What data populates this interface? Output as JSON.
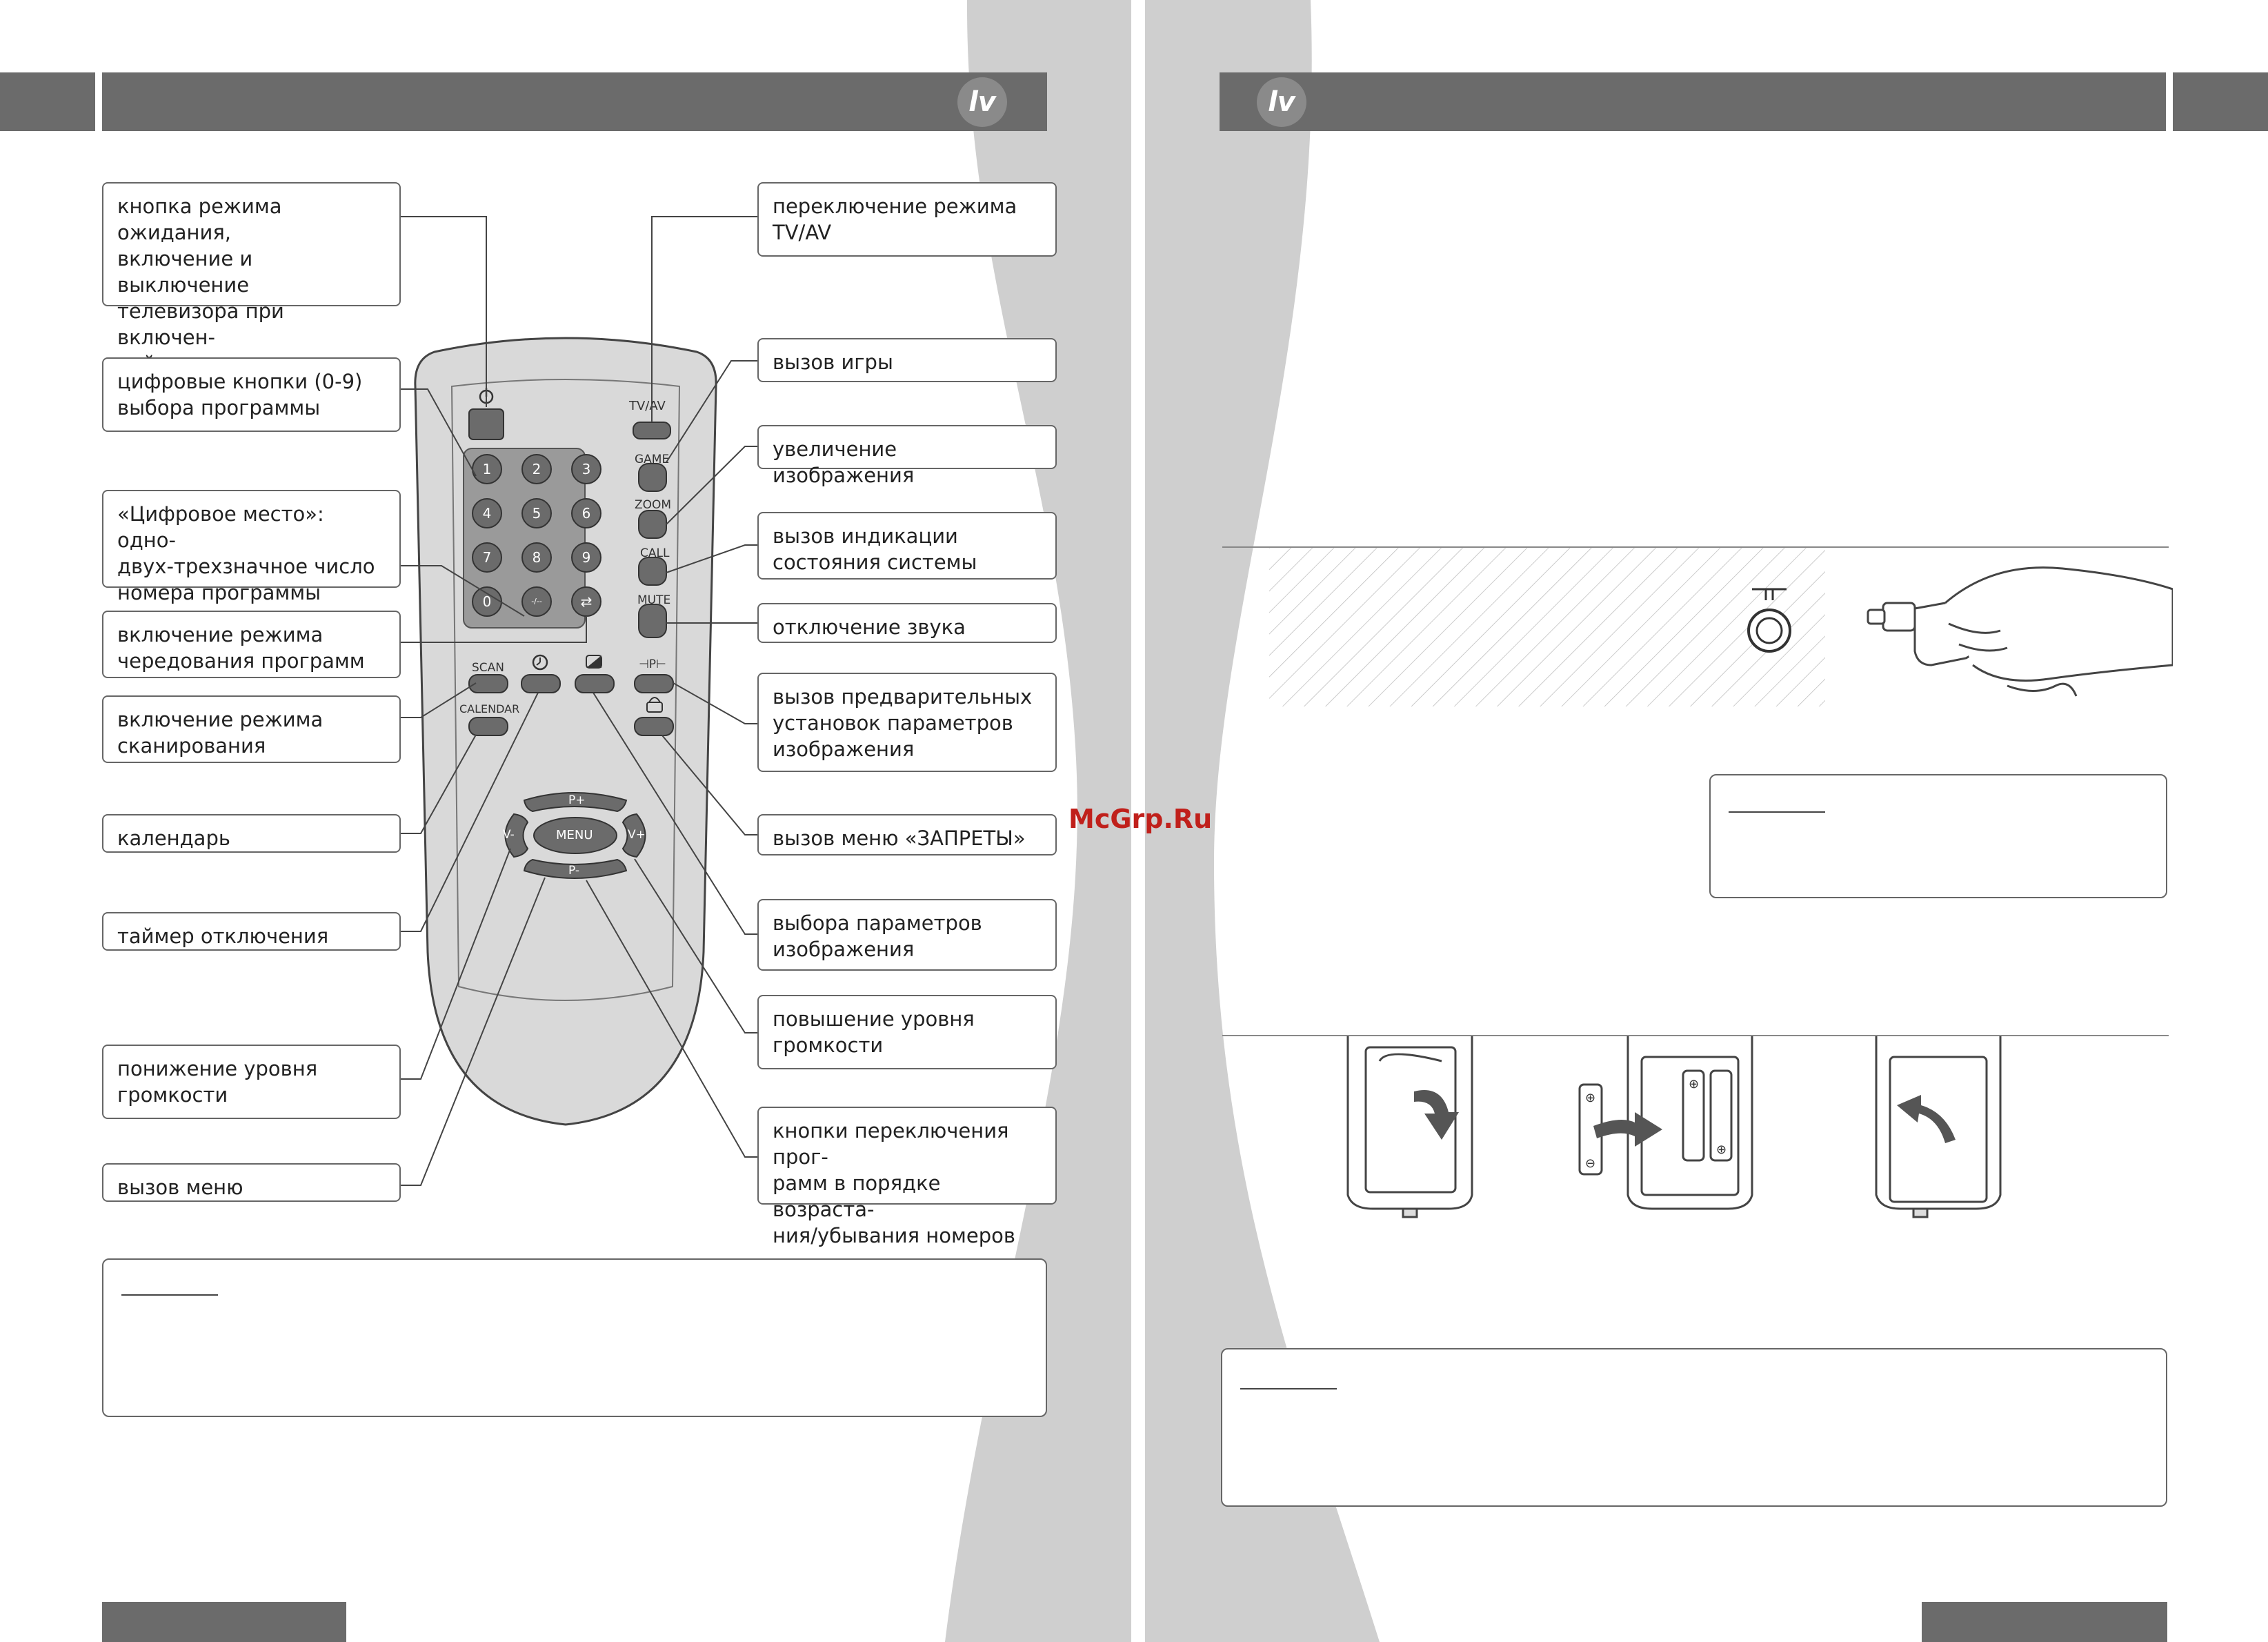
{
  "left_page": {
    "callouts": [
      {
        "id": "standby",
        "text": "кнопка режима ожидания,\nвключение и выключение\nтелевизора при включен-\nной сети"
      },
      {
        "id": "digits",
        "text": "цифровые кнопки (0-9)\nвыбора программы"
      },
      {
        "id": "digit-place",
        "text": "«Цифровое место»: одно-\nдвух-трехзначное число\nномера программы"
      },
      {
        "id": "alternate",
        "text": "включение режима\nчередования программ"
      },
      {
        "id": "scan",
        "text": "включение режима\nсканирования"
      },
      {
        "id": "calendar",
        "text": "календарь"
      },
      {
        "id": "sleep-timer",
        "text": "таймер отключения"
      },
      {
        "id": "vol-down",
        "text": "понижение уровня\nгромкости"
      },
      {
        "id": "menu",
        "text": "вызов меню"
      },
      {
        "id": "tvav",
        "text": "переключение режима\nTV/AV"
      },
      {
        "id": "game",
        "text": "вызов игры"
      },
      {
        "id": "zoom",
        "text": "увеличение изображения"
      },
      {
        "id": "call",
        "text": "вызов индикации\nсостояния системы"
      },
      {
        "id": "mute",
        "text": "отключение звука"
      },
      {
        "id": "picture-preset",
        "text": "вызов предварительных\nустановок параметров\nизображения"
      },
      {
        "id": "lock-menu",
        "text": "вызов меню «ЗАПРЕТЫ»"
      },
      {
        "id": "picture-params",
        "text": "выбора параметров\nизображения"
      },
      {
        "id": "vol-up",
        "text": "повышение уровня\nгромкости"
      },
      {
        "id": "prog-switch",
        "text": "кнопки переключения прог-\nрамм в порядке возраста-\nния/убывания номеров"
      }
    ],
    "remote": {
      "button_labels": {
        "tvav": "TV/AV",
        "game": "GAME",
        "zoom": "ZOOM",
        "call": "CALL",
        "mute": "MUTE",
        "scan": "SCAN",
        "calendar": "CALENDAR",
        "menu": "MENU",
        "p_plus": "P+",
        "p_minus": "P-",
        "v_plus": "V+",
        "v_minus": "V-",
        "digits": [
          "1",
          "2",
          "3",
          "4",
          "5",
          "6",
          "7",
          "8",
          "9",
          "-/--",
          "0"
        ],
        "pp": "⊣P⊢"
      }
    }
  },
  "logo_text": "lv",
  "watermark": "McGrp.Ru",
  "colors": {
    "header_bar": "#6b6b6b",
    "curve_band": "#cfcfcf",
    "remote_body": "#d9d9d9",
    "button": "#6b6b6b",
    "watermark": "#c0201b"
  },
  "icons": [
    "standby-icon",
    "clock-icon",
    "picture-icon",
    "lock-icon",
    "antenna-socket-icon",
    "hand-plug-icon",
    "battery-icon",
    "arrow-icon"
  ]
}
